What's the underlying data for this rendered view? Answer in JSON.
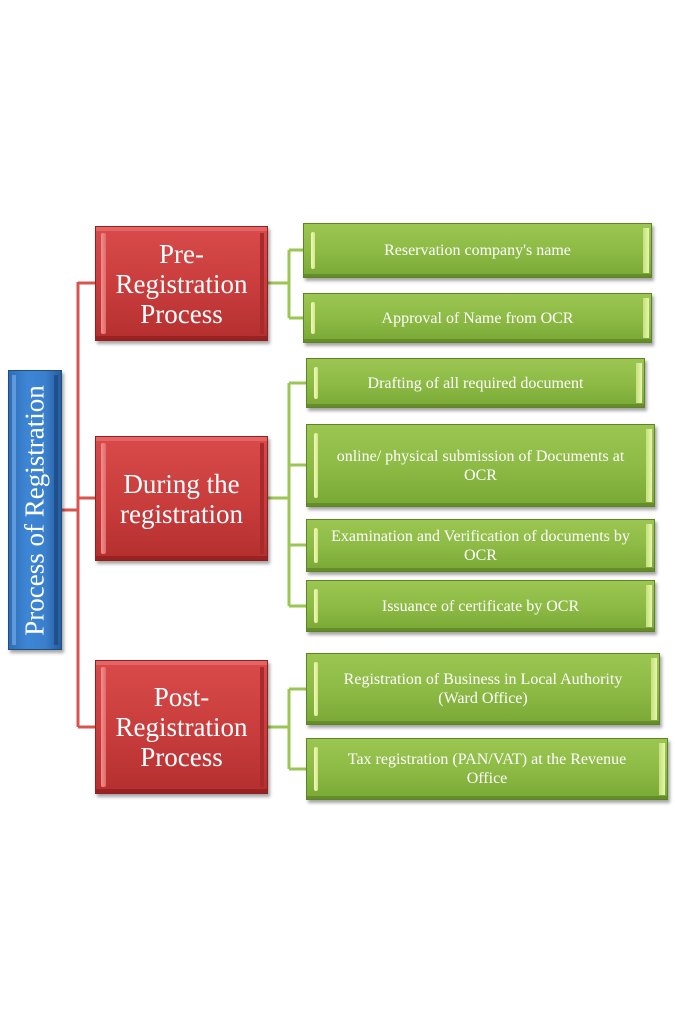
{
  "diagram": {
    "root": {
      "label": "Process of Registration",
      "color": "#3a7fcd"
    },
    "stage_color": "#c83c3c",
    "step_color": "#8dbb45",
    "stage_connector_color": "#d9534f",
    "step_connector_color": "#9bc651",
    "stages": [
      {
        "label_lines": [
          "Pre-",
          "Registration",
          "Process"
        ],
        "steps": [
          {
            "lines": [
              "Reservation company's name"
            ]
          },
          {
            "lines": [
              "Approval  of Name from OCR"
            ]
          }
        ]
      },
      {
        "label_lines": [
          "During the",
          "registration"
        ],
        "steps": [
          {
            "lines": [
              "Drafting of all required document"
            ]
          },
          {
            "lines": [
              "online/ physical submission of Documents at",
              "OCR"
            ]
          },
          {
            "lines": [
              "Examination and Verification  of documents by",
              "OCR"
            ]
          },
          {
            "lines": [
              "Issuance of certificate  by OCR"
            ]
          }
        ]
      },
      {
        "label_lines": [
          "Post-",
          "Registration",
          "Process"
        ],
        "steps": [
          {
            "lines": [
              "Registration of Business in Local Authority",
              "(Ward Office)"
            ]
          },
          {
            "lines": [
              "Tax registration (PAN/VAT) at the Revenue",
              "Office"
            ]
          }
        ]
      }
    ]
  }
}
